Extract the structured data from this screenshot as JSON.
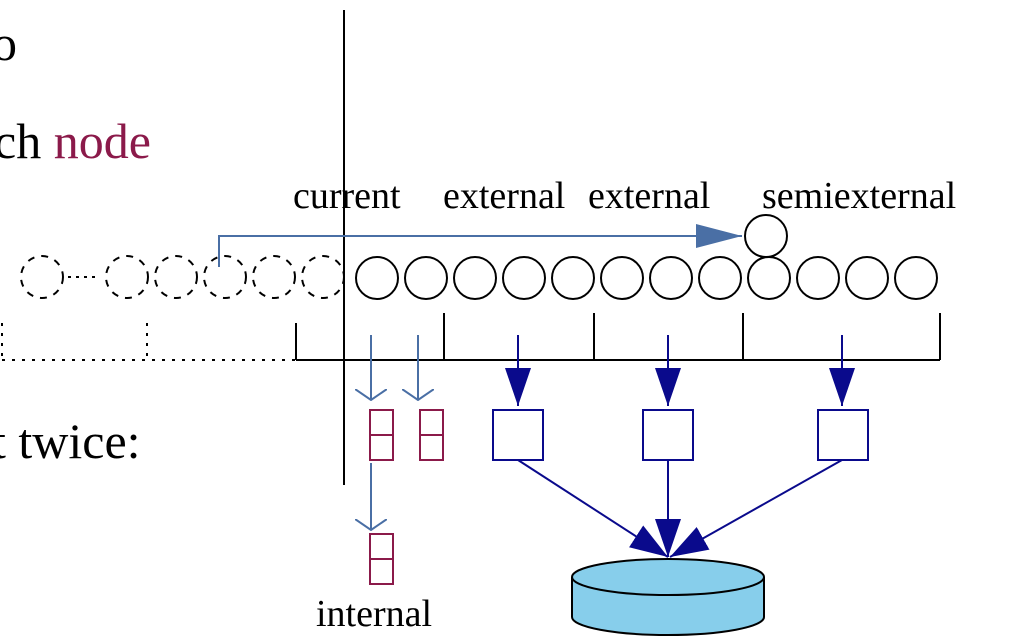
{
  "slide_fragments": {
    "line1": "o",
    "line2_prefix": "ch ",
    "line2_highlight": "node",
    "line3": "t twice:"
  },
  "diagram": {
    "labels": {
      "current": "current",
      "external_1": "external",
      "external_2": "external",
      "semiexternal": "semiexternal",
      "internal": "internal"
    },
    "colors": {
      "text": "#000000",
      "highlight_text": "#8b1a4a",
      "light_arrow": "#4a6fa5",
      "dark_arrow": "#0a0a8c",
      "internal_block": "#8b1a4a",
      "external_block": "#0a0a8c",
      "disk_fill": "#87ceeb",
      "line": "#000000"
    }
  }
}
